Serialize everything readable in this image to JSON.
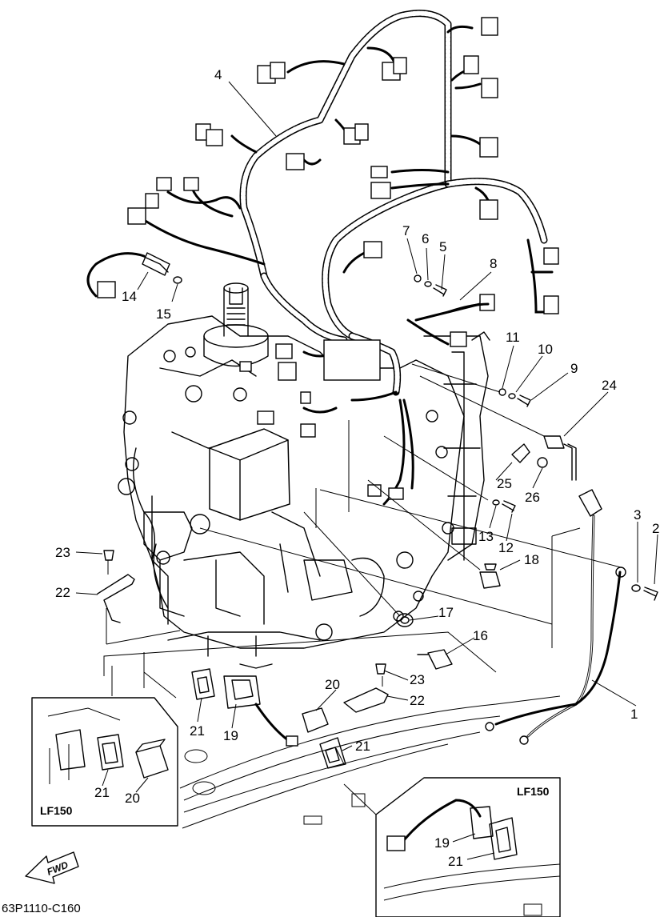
{
  "diagram": {
    "code": "63P1110-C160",
    "fwd_label": "FWD",
    "callouts": {
      "c1": "1",
      "c2": "2",
      "c3": "3",
      "c4": "4",
      "c5": "5",
      "c6": "6",
      "c7": "7",
      "c8": "8",
      "c9": "9",
      "c10": "10",
      "c11": "11",
      "c12": "12",
      "c13": "13",
      "c14": "14",
      "c15": "15",
      "c16": "16",
      "c17": "17",
      "c18": "18",
      "c19": "19",
      "c20": "20",
      "c21": "21",
      "c22": "22",
      "c23": "23",
      "c24": "24",
      "c25": "25",
      "c26": "26"
    },
    "inset_left": {
      "title": "LF150",
      "c21": "21",
      "c20": "20"
    },
    "inset_right": {
      "title": "LF150",
      "c19": "19",
      "c21": "21"
    }
  }
}
